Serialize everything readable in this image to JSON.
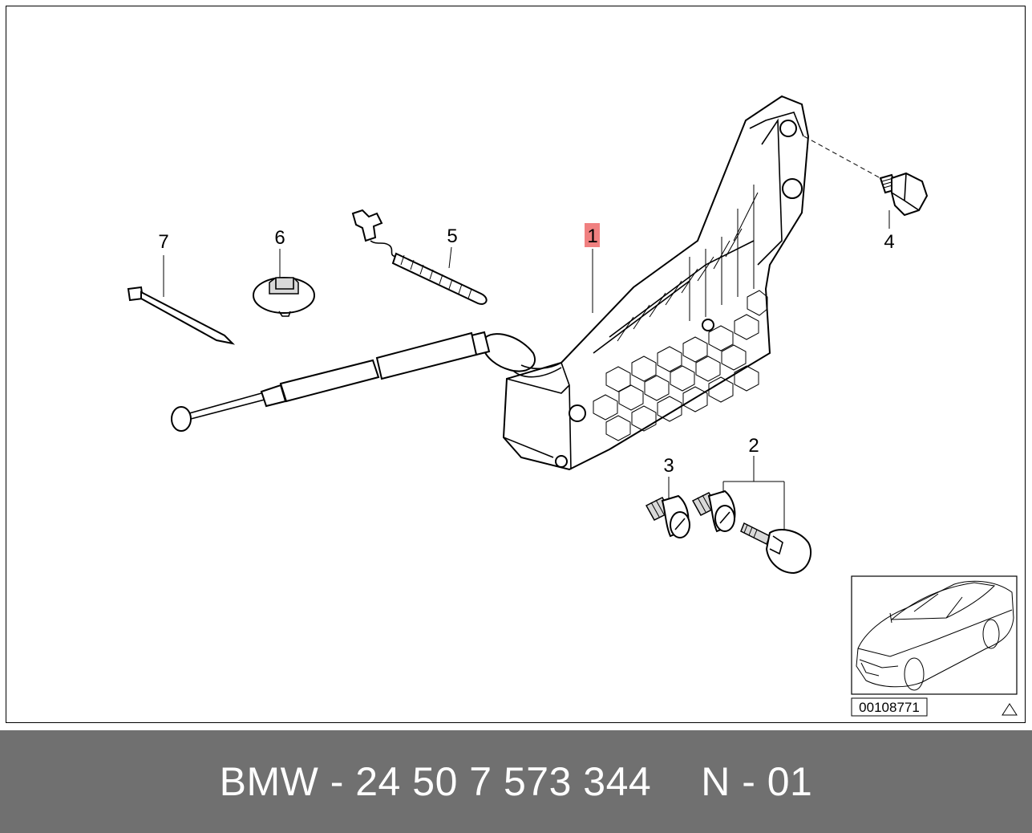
{
  "diagram": {
    "callouts": [
      {
        "id": "callout-1",
        "label": "1",
        "highlighted": true
      },
      {
        "id": "callout-2",
        "label": "2",
        "highlighted": false
      },
      {
        "id": "callout-3",
        "label": "3",
        "highlighted": false
      },
      {
        "id": "callout-4",
        "label": "4",
        "highlighted": false
      },
      {
        "id": "callout-5",
        "label": "5",
        "highlighted": false
      },
      {
        "id": "callout-6",
        "label": "6",
        "highlighted": false
      },
      {
        "id": "callout-7",
        "label": "7",
        "highlighted": false
      }
    ],
    "inset": {
      "image_number": "00108771"
    },
    "highlight_color": "#f08080"
  },
  "caption": {
    "part_text": "BMW - 24 50 7 573 344",
    "diagram_code": "N - 01",
    "background_color": "#707070"
  }
}
